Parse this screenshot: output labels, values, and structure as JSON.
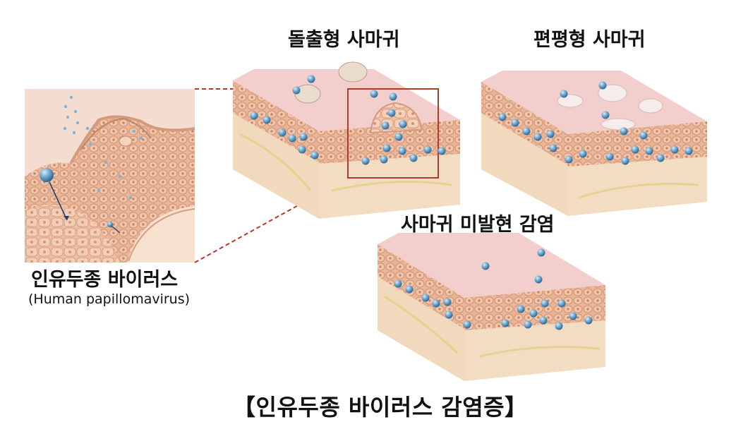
{
  "labels": {
    "exophytic": "돌출형 사마귀",
    "flat": "편평형 사마귀",
    "subclinical": "사마귀 미발현 감염",
    "virus_ko": "인유두종 바이러스",
    "virus_en": "(Human papillomavirus)",
    "main_title": "【인유두종 바이러스 감염증】"
  },
  "colors": {
    "skin_top": "#f1c9c9",
    "epidermis": "#e9a889",
    "dermis": "#f3dcc0",
    "virus": "#5f9cc6",
    "zoom_line": "#b23a2a"
  }
}
